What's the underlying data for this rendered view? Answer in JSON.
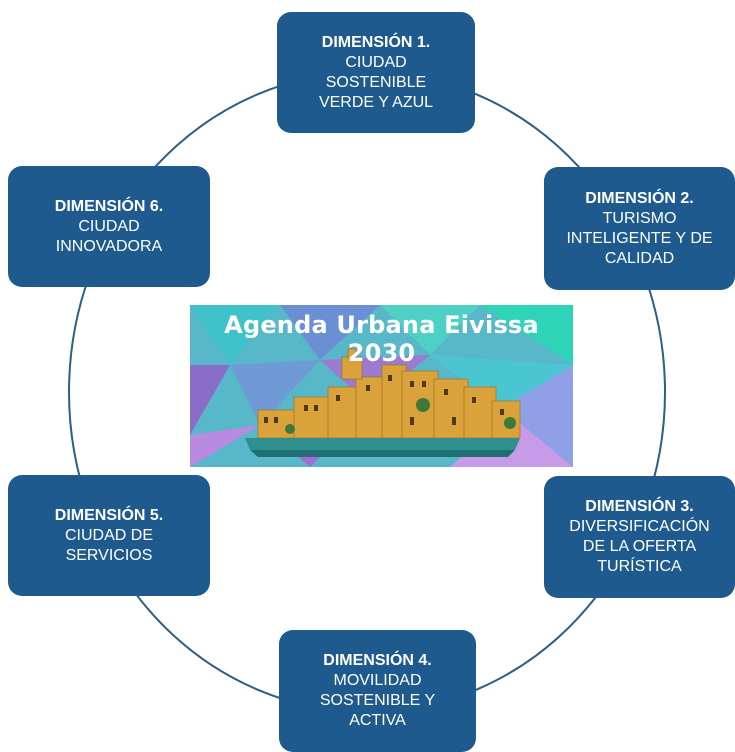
{
  "dimensions": [
    {
      "title": "DIMENSIÓN 1.",
      "text": "CIUDAD\nSOSTENIBLE\nVERDE Y AZUL"
    },
    {
      "title": "DIMENSIÓN 2.",
      "text": "TURISMO\nINTELIGENTE Y DE\nCALIDAD"
    },
    {
      "title": "DIMENSIÓN 3.",
      "text": "DIVERSIFICACIÓN\nDE LA OFERTA\nTURÍSTICA"
    },
    {
      "title": "DIMENSIÓN 4.",
      "text": "MOVILIDAD\nSOSTENIBLE Y\nACTIVA"
    },
    {
      "title": "DIMENSIÓN 5.",
      "text": "CIUDAD DE\nSERVICIOS"
    },
    {
      "title": "DIMENSIÓN 6.",
      "text": "CIUDAD\nINNOVADORA"
    }
  ],
  "center": {
    "title": "Agenda Urbana Eivissa 2030"
  },
  "colors": {
    "box": "#1e5a8d",
    "ring": "#2b5f86"
  }
}
